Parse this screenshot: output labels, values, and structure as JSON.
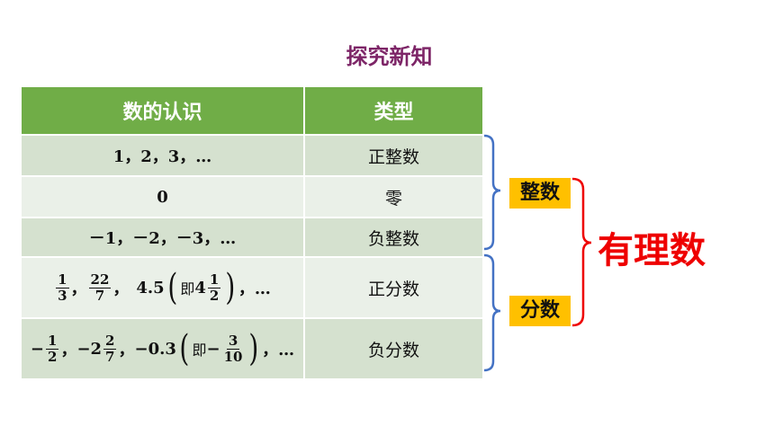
{
  "title": "探究新知",
  "table": {
    "header": {
      "col1": "数的认识",
      "col2": "类型"
    },
    "rows": [
      {
        "text": "1，2，3，…",
        "type": "正整数"
      },
      {
        "text": "0",
        "type": "零"
      },
      {
        "text": "－1，－2，－3，…",
        "type": "负整数"
      },
      {
        "positive_fractions": {
          "f1_num": "1",
          "f1_den": "3",
          "f2_num": "22",
          "f2_den": "7",
          "dec": "4.5",
          "ji": "即",
          "mixed_whole": "4",
          "f3_num": "1",
          "f3_den": "2",
          "tail": "，…"
        },
        "type": "正分数"
      },
      {
        "negative_fractions": {
          "neg": "−",
          "f1_num": "1",
          "f1_den": "2",
          "mixed_whole": "−2",
          "f2_num": "2",
          "f2_den": "7",
          "dec": "−0.3",
          "ji": "即",
          "f3_num": "3",
          "f3_den": "10",
          "tail": "，…"
        },
        "type": "负分数"
      }
    ]
  },
  "labels": {
    "integers": "整数",
    "fractions": "分数",
    "rational": "有理数"
  },
  "colors": {
    "header_bg": "#70ad47",
    "title": "#7d2567",
    "bracket_blue": "#4472c4",
    "bracket_red": "#ee0000",
    "tag_bg": "#ffc000"
  }
}
